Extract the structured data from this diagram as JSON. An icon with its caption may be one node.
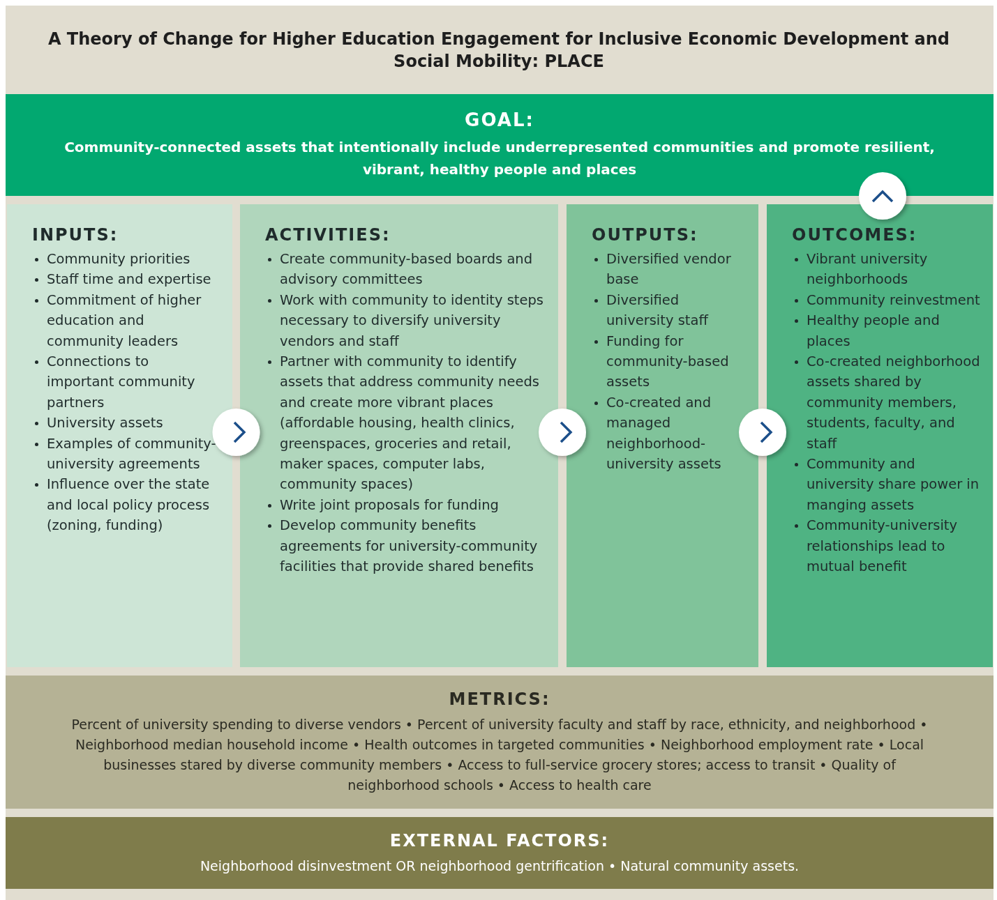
{
  "diagram": {
    "title": "A Theory of Change for Higher Education Engagement for Inclusive Economic Development and Social Mobility: **PLACE**",
    "nodes": [
      {
        "text": [
          "GOAL:",
          "Community-connected assets that intentionally include underrepresented communities and promote resilient, vibrant, healthy people and places"
        ]
      },
      {
        "text": [
          "INPUTS:",
          "Community priorities",
          "Staff time and expertise",
          "Commitment of higher education and community leaders",
          "Connections to important community partners",
          "University assets",
          "Examples of community-university agreements",
          "Influence over the state and local policy process (zoning, funding)"
        ]
      },
      {
        "text": [
          "ACTIVITIES:",
          "Create community-based boards and advisory committees",
          "Work with community to identity steps necessary to diversify university vendors and staff",
          "Partner with community to identify assets that address community needs and create more vibrant places (affordable housing, health clinics, greenspaces, groceries and retail, maker spaces, computer labs, community spaces)",
          "Write joint proposals for funding",
          "Develop community benefits agreements for university-community facilities that provide shared benefits"
        ]
      },
      {
        "text": [
          "OUTPUTS:",
          "Diversified vendor base",
          "Diversified university staff",
          "Funding for community-based assets",
          "Co-created and managed neighborhood-university assets"
        ]
      },
      {
        "text": [
          "OUTCOMES:",
          "Vibrant university neighborhoods",
          "Community reinvestment",
          "Healthy people and places",
          "Co-created neighborhood assets shared by community members, students, faculty, and staff",
          "Community and university share power in manging assets",
          "Community-university relationships lead to mutual benefit"
        ]
      },
      {
        "text": [
          "METRICS:",
          "Percent of university spending to diverse vendors • Percent of university faculty and staff by race, ethnicity, and neighborhood • Neighborhood median household income • Health outcomes in targeted communities • Neighborhood employment rate • Local businesses stared by diverse community members • Access to full-service grocery stores; access to transit • Quality of neighborhood schools • Access to health care"
        ]
      },
      {
        "text": [
          "EXTERNAL FACTORS:",
          "Neighborhood disinvestment OR neighborhood gentrification • Natural community assets."
        ]
      }
    ],
    "edges": [
      {
        "from": 1,
        "to": 2,
        "arrow": "to"
      },
      {
        "from": 2,
        "to": 3,
        "arrow": "to"
      },
      {
        "from": 3,
        "to": 4,
        "arrow": "to"
      },
      {
        "from": 4,
        "to": 0,
        "arrow": "to"
      }
    ]
  }
}
